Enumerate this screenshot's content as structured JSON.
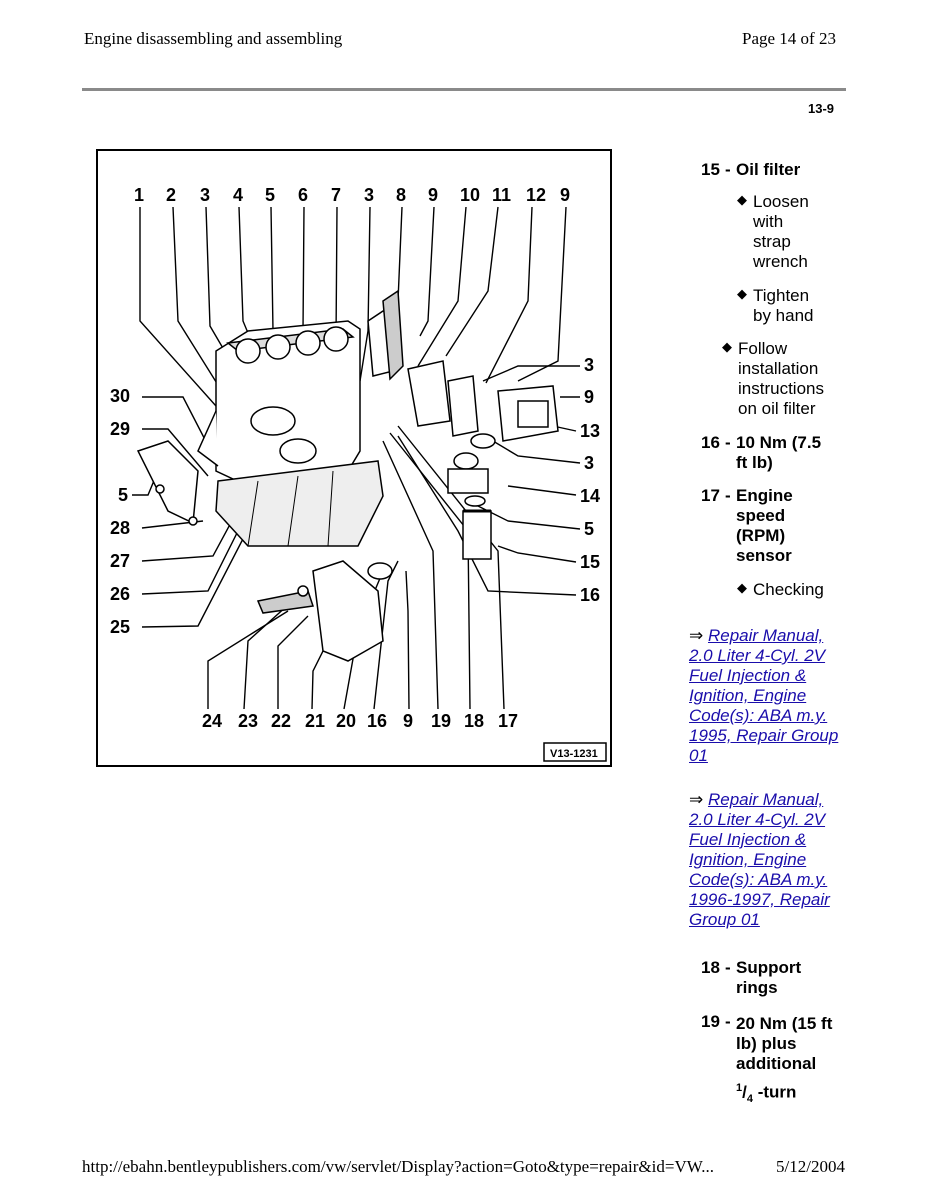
{
  "header": {
    "title": "Engine disassembling and assembling",
    "page": "Page 14 of 23",
    "section": "13-9"
  },
  "figure": {
    "code": "V13-1231",
    "top_labels": [
      "1",
      "2",
      "3",
      "4",
      "5",
      "6",
      "7",
      "3",
      "8",
      "9",
      "10",
      "11",
      "12",
      "9"
    ],
    "bottom_labels": [
      "24",
      "23",
      "22",
      "21",
      "20",
      "16",
      "9",
      "19",
      "18",
      "17"
    ],
    "left_labels": [
      "30",
      "29",
      "5",
      "28",
      "27",
      "26",
      "25"
    ],
    "right_labels": [
      "3",
      "9",
      "13",
      "3",
      "14",
      "5",
      "15",
      "16"
    ]
  },
  "items": {
    "i15": {
      "num": "15",
      "dash": "-",
      "text": "Oil filter",
      "bullets": [
        "Loosen with strap wrench",
        "Tighten by hand",
        "Follow installation instructions on oil filter"
      ]
    },
    "i16": {
      "num": "16",
      "dash": "-",
      "text": "10 Nm (7.5 ft lb)"
    },
    "i17": {
      "num": "17",
      "dash": "-",
      "text": "Engine speed (RPM) sensor",
      "bullets": [
        "Checking"
      ]
    },
    "i18": {
      "num": "18",
      "dash": "-",
      "text": "Support rings"
    },
    "i19": {
      "num": "19",
      "dash": "-",
      "text": "20 Nm (15 ft lb) plus additional",
      "frac_num": "1",
      "frac_den": "4",
      "frac_tail": "-turn"
    }
  },
  "links": {
    "arrow": "⇒",
    "link1": "Repair Manual, 2.0 Liter 4-Cyl. 2V Fuel Injection & Ignition, Engine Code(s): ABA m.y. 1995, Repair Group 01",
    "link2": "Repair Manual, 2.0 Liter 4-Cyl. 2V Fuel Injection & Ignition, Engine Code(s): ABA m.y. 1996-1997, Repair Group 01"
  },
  "footer": {
    "url": "http://ebahn.bentleypublishers.com/vw/servlet/Display?action=Goto&type=repair&id=VW...",
    "date": "5/12/2004"
  },
  "icons": {
    "bullet": "diamond-bullet-icon",
    "arrow": "double-right-arrow-icon"
  }
}
